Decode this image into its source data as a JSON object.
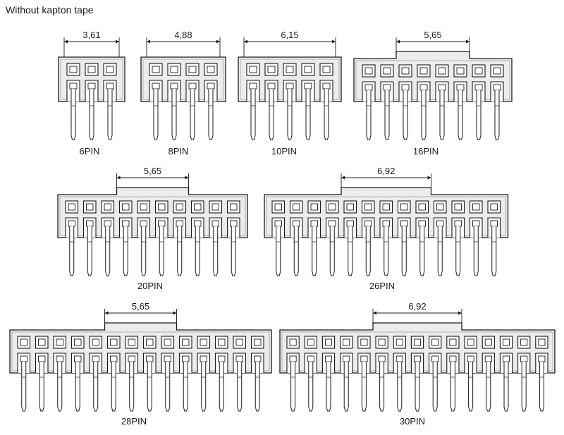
{
  "title": "Without kapton tape",
  "connectors": [
    {
      "label": "6PIN",
      "cols": 3,
      "dimension": "3,61",
      "dim_span_cols": 3
    },
    {
      "label": "8PIN",
      "cols": 4,
      "dimension": "4,88",
      "dim_span_cols": 4
    },
    {
      "label": "10PIN",
      "cols": 5,
      "dimension": "6,15",
      "dim_span_cols": 5
    },
    {
      "label": "16PIN",
      "cols": 8,
      "dimension": "5,65",
      "dim_span_cols": 4
    },
    {
      "label": "20PIN",
      "cols": 10,
      "dimension": "5,65",
      "dim_span_cols": 4
    },
    {
      "label": "26PIN",
      "cols": 13,
      "dimension": "6,92",
      "dim_span_cols": 5
    },
    {
      "label": "28PIN",
      "cols": 14,
      "dimension": "5,65",
      "dim_span_cols": 4
    },
    {
      "label": "30PIN",
      "cols": 15,
      "dimension": "6,92",
      "dim_span_cols": 5
    }
  ]
}
